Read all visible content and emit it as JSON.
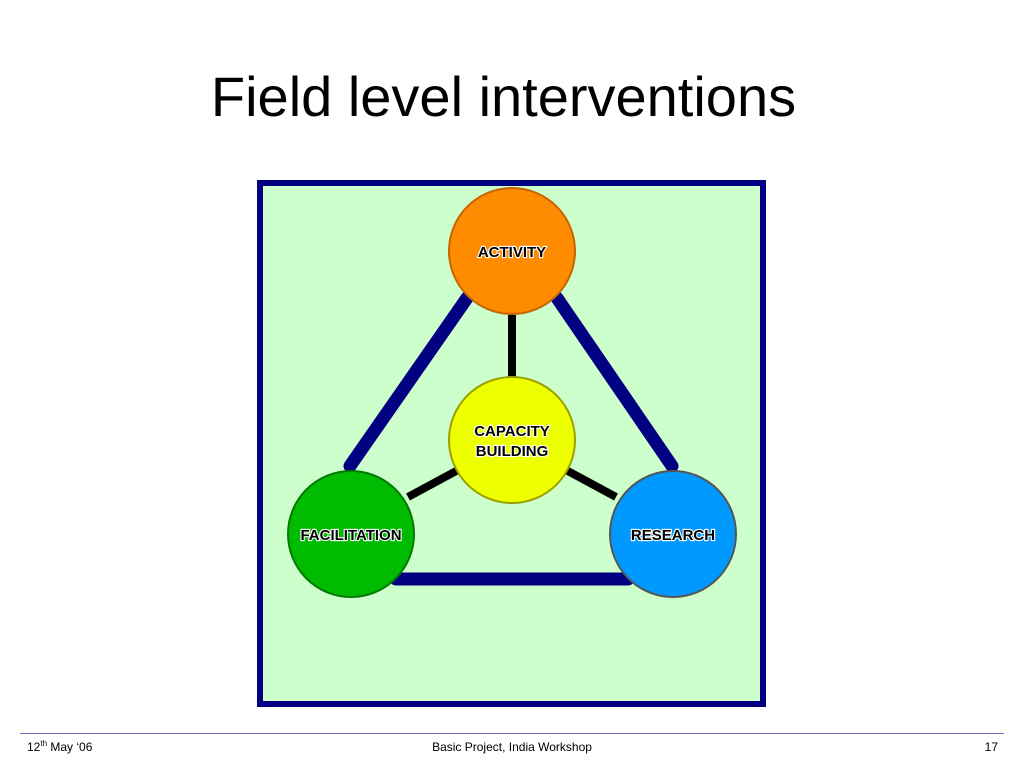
{
  "slide": {
    "title": "Field level interventions"
  },
  "diagram": {
    "nodes": {
      "activity": {
        "label": "ACTIVITY",
        "fill": "#ff8c00",
        "stroke": "#c66400"
      },
      "capacity": {
        "label_line1": "CAPACITY",
        "label_line2": "BUILDING",
        "fill": "#eeff00",
        "stroke": "#9aa000"
      },
      "facilitation": {
        "label": "FACILITATION",
        "fill": "#00bb00",
        "stroke": "#007a00"
      },
      "research": {
        "label": "RESEARCH",
        "fill": "#0099ff",
        "stroke": "#555555"
      }
    },
    "panel_fill": "#ccffcc",
    "panel_border": "#000080",
    "outer_link_color": "#000080",
    "inner_link_color": "#000000"
  },
  "footer": {
    "date_day": "12",
    "date_suffix": "th",
    "date_rest": " May ‘06",
    "center": "Basic Project, India Workshop",
    "page": "17"
  }
}
